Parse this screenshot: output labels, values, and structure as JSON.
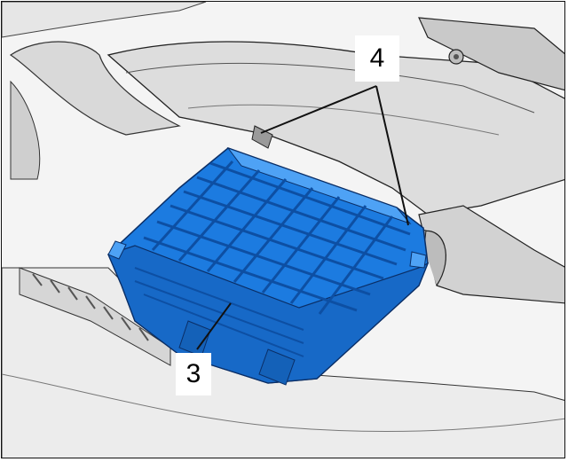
{
  "illustration": {
    "subject": "blue-control-module-in-housing",
    "colors": {
      "module_fill": "#1c7be0",
      "module_dark": "#0d4fa3",
      "module_light": "#4ea2f5",
      "housing_light": "#eeeeee",
      "housing_mid": "#cfcfcf",
      "housing_dark": "#8e8e8e",
      "outline": "#1a1a1a"
    }
  },
  "callouts": [
    {
      "label": "4",
      "points_to": "mounting-tabs",
      "targets": 2
    },
    {
      "label": "3",
      "points_to": "control-module",
      "targets": 1
    }
  ]
}
